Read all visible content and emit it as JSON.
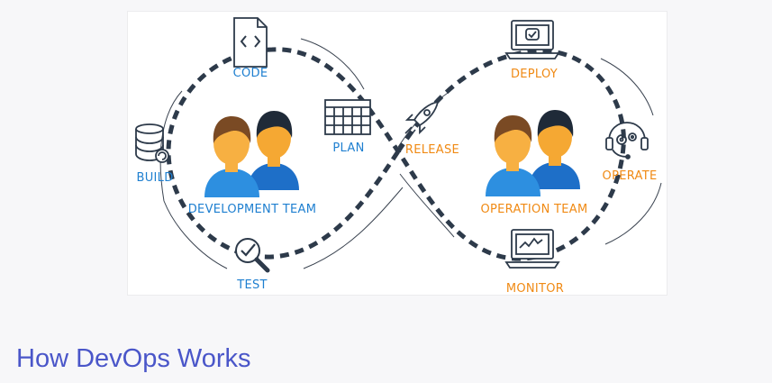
{
  "diagram": {
    "dev_stages": {
      "code": "CODE",
      "plan": "PLAN",
      "build": "BUILD",
      "test": "TEST"
    },
    "ops_stages": {
      "release": "RELEASE",
      "deploy": "DEPLOY",
      "operate": "OPERATE",
      "monitor": "MONITOR"
    },
    "teams": {
      "development": "DEVELOPMENT TEAM",
      "operation": "OPERATION TEAM"
    }
  },
  "page": {
    "title": "How DevOps Works"
  },
  "colors": {
    "dev_accent": "#1e7fd0",
    "ops_accent": "#f08a14",
    "loop_dash": "#2d3a4a",
    "title": "#4a56c9"
  }
}
